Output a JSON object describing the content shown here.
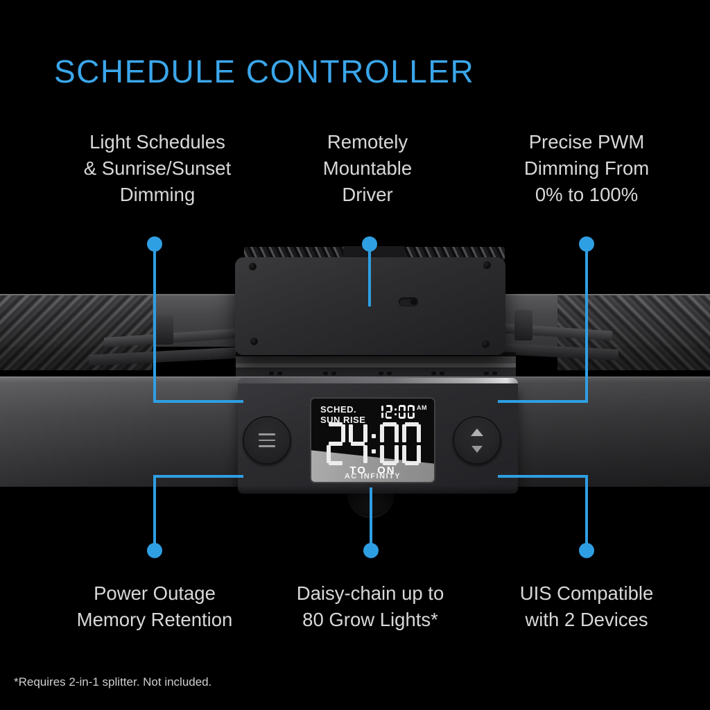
{
  "title": "SCHEDULE CONTROLLER",
  "colors": {
    "accent_blue": "#2f9fe3",
    "title_blue": "#3ba6ea",
    "body_text_gray": "#d8d8d8"
  },
  "callouts": {
    "top_left": {
      "lines": [
        "Light Schedules",
        "& Sunrise/Sunset",
        "Dimming"
      ]
    },
    "top_center": {
      "lines": [
        "Remotely",
        "Mountable",
        "Driver"
      ]
    },
    "top_right": {
      "lines": [
        "Precise PWM",
        "Dimming From",
        "0% to 100%"
      ]
    },
    "bottom_left": {
      "lines": [
        "Power Outage",
        "Memory Retention"
      ]
    },
    "bottom_center": {
      "lines": [
        "Daisy-chain up to",
        "80 Grow Lights*"
      ]
    },
    "bottom_right": {
      "lines": [
        "UIS Compatible",
        "with 2 Devices"
      ]
    }
  },
  "device_display": {
    "mode_label_line1": "SCHED.",
    "mode_label_line2": "SUN RISE",
    "clock_time": "12:00",
    "clock_meridiem": "AM",
    "timer_value": "24:00",
    "status_label": "TO ON",
    "brand": "AC INFINITY"
  },
  "device_buttons": {
    "menu_icon": "menu-icon",
    "up_icon": "arrow-up-icon",
    "down_icon": "arrow-down-icon"
  },
  "footnote": "*Requires 2-in-1 splitter. Not included."
}
